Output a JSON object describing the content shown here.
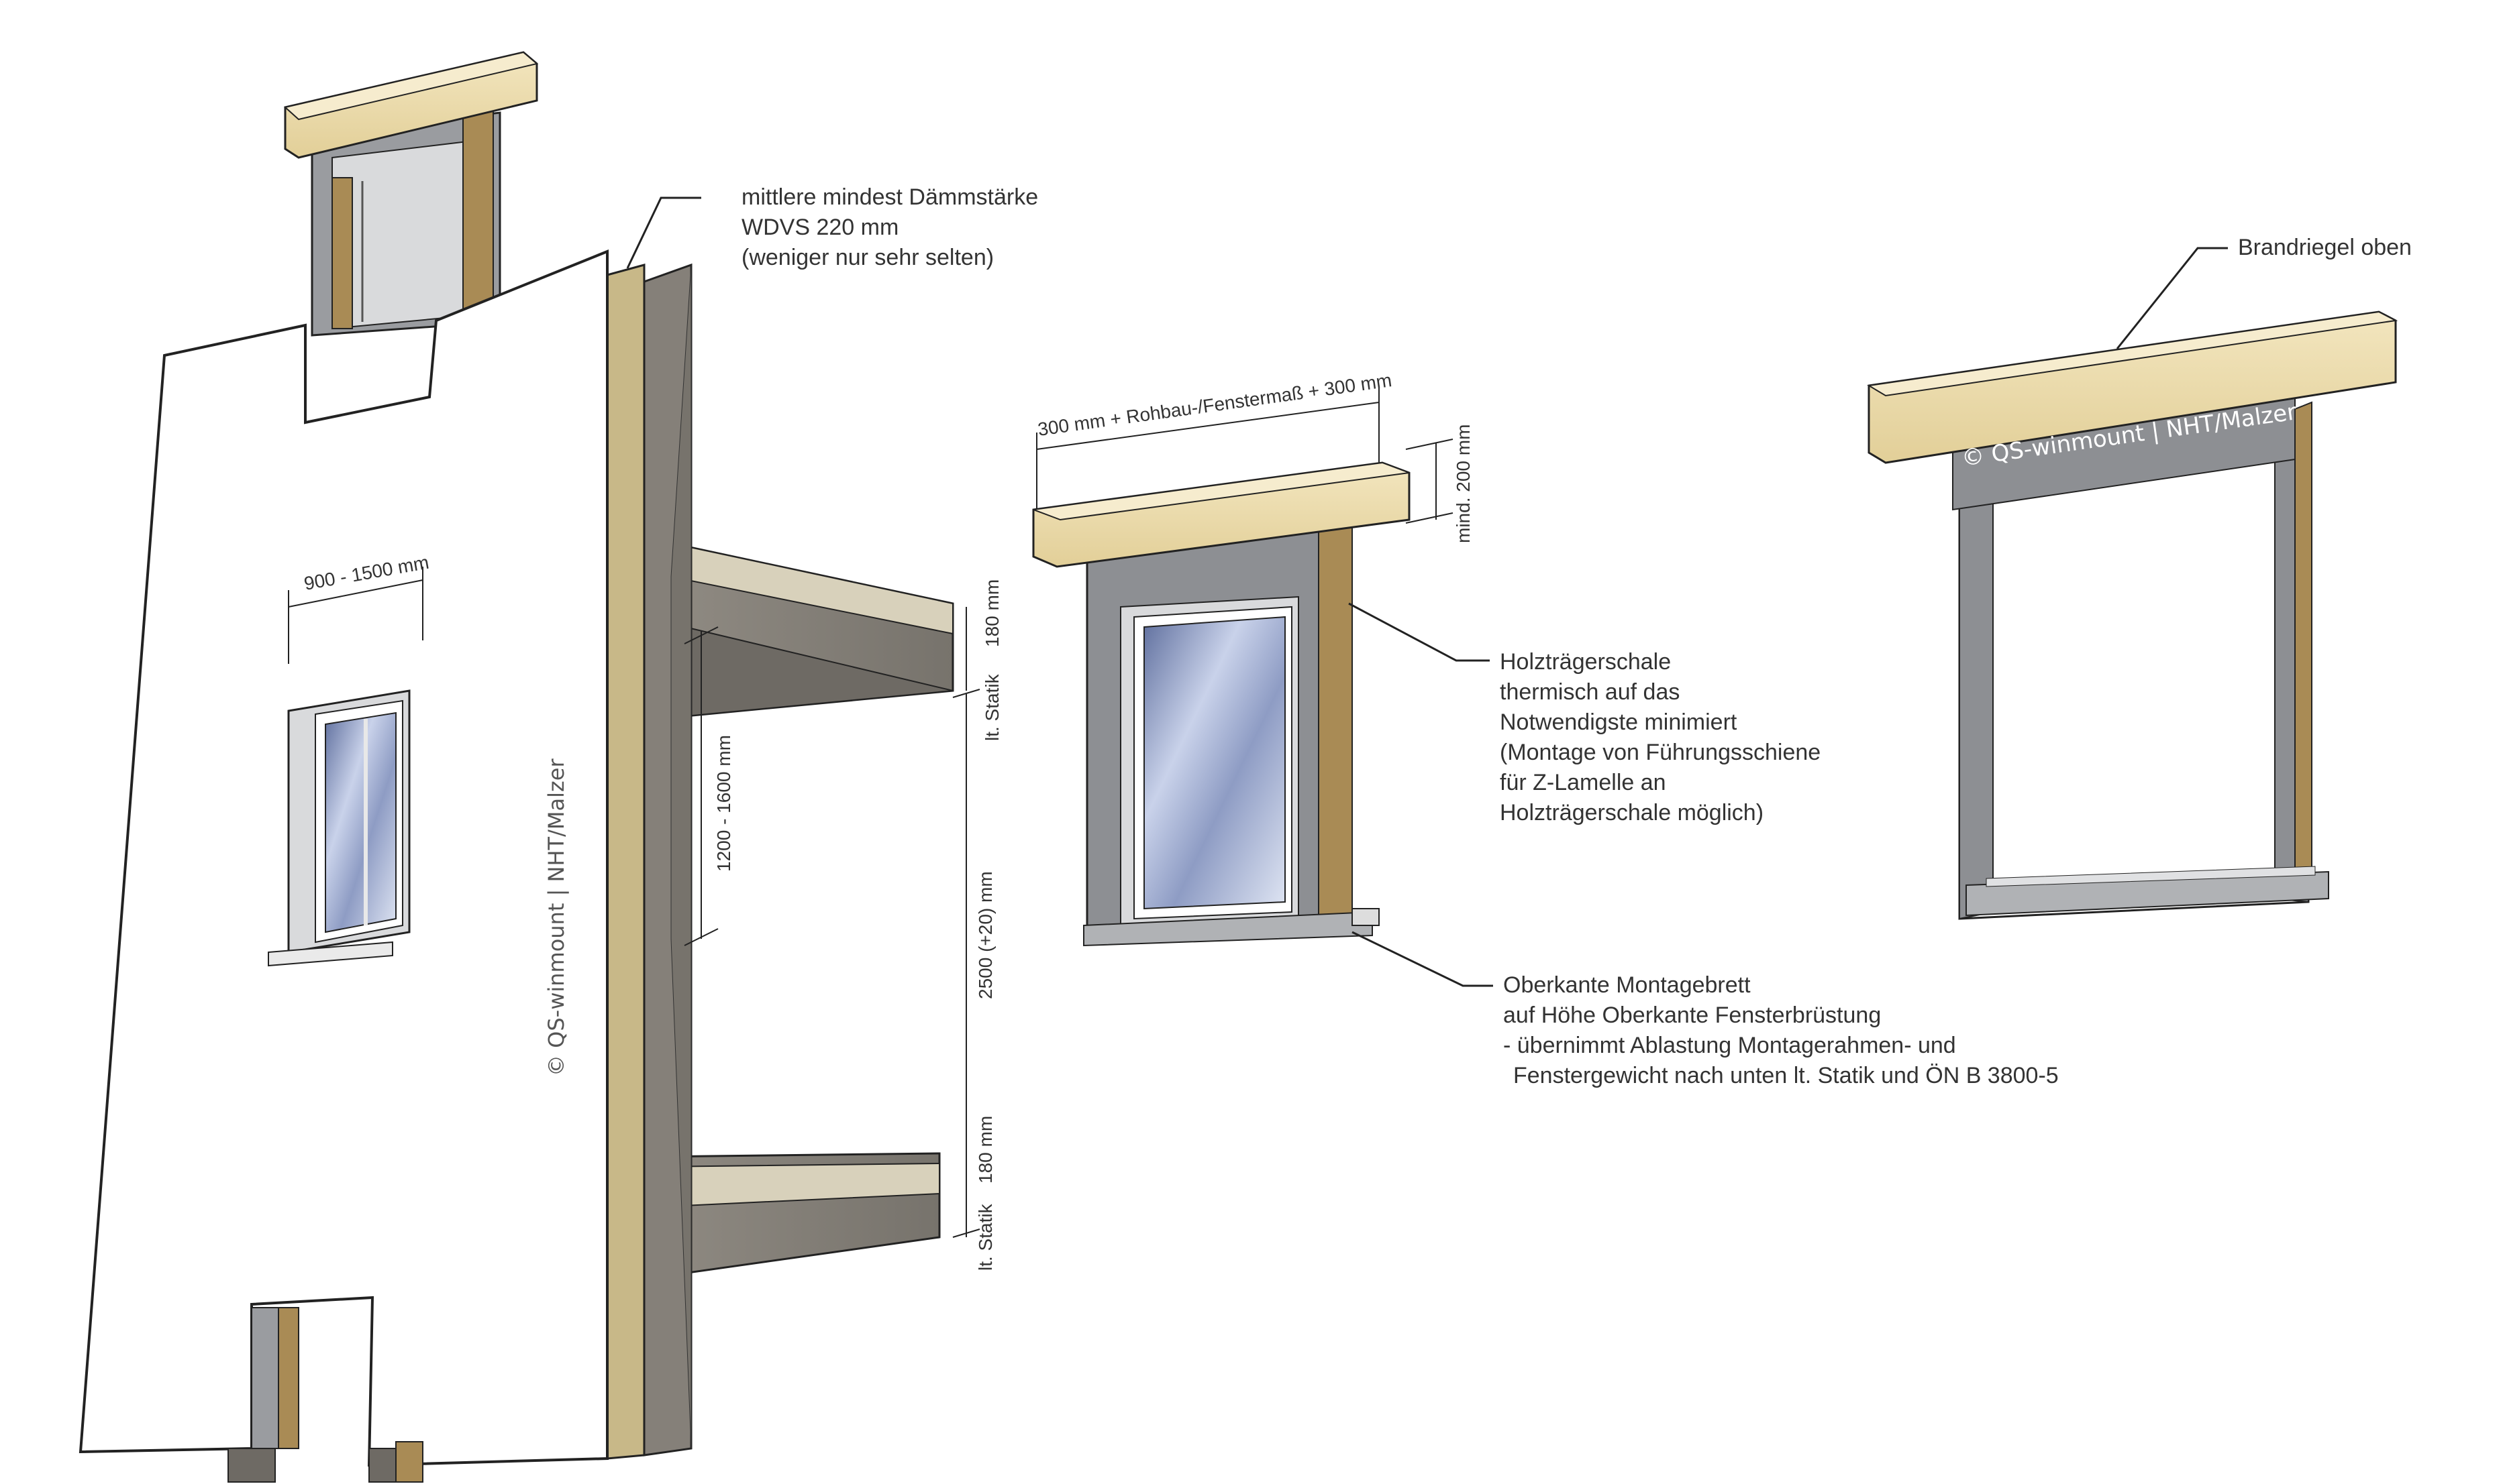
{
  "colors": {
    "insulation_face": "#ffffff",
    "insulation_edge": "#c8b888",
    "concrete": "#8a857e",
    "concrete_dark": "#6e6a64",
    "timber_beam": "#ead9a8",
    "frame_grey": "#8d8f93",
    "glass": "#9aa6c8",
    "line": "#222222"
  },
  "left_assembly": {
    "annotation_insulation": {
      "line1": "mittlere mindest Dämmstärke",
      "line2": "WDVS 220 mm",
      "line3": "(weniger nur sehr selten)"
    },
    "dim_window_width": "900 - 1500 mm",
    "dim_parapet": "1200 - 1600 mm",
    "dim_slab_top": "180 mm",
    "dim_slab_top_note": "lt. Statik",
    "dim_storey": "2500 (+20) mm",
    "dim_slab_bottom": "180 mm",
    "dim_slab_bottom_note": "lt. Statik",
    "watermark": "© QS-winmount | NHT/Malzer"
  },
  "middle_assembly": {
    "dim_beam_length": "300 mm + Rohbau-/Fenstermaß + 300 mm",
    "dim_beam_height": "mind. 200 mm",
    "annotation_timber_shell": {
      "line1": "Holzträgerschale",
      "line2": "thermisch auf das",
      "line3": "Notwendigste minimiert",
      "line4": "(Montage von Führungsschiene",
      "line5": "für Z-Lamelle an",
      "line6": "Holzträgerschale möglich)"
    },
    "annotation_board": {
      "line1": "Oberkante Montagebrett",
      "line2": "auf Höhe Oberkante Fensterbrüstung",
      "line3": "- übernimmt Ablastung Montagerahmen- und",
      "line4": "Fenstergewicht nach unten lt. Statik und ÖN B 3800-5"
    }
  },
  "right_assembly": {
    "annotation_fire_barrier": "Brandriegel oben",
    "watermark": "© QS-winmount | NHT/Malzer"
  }
}
